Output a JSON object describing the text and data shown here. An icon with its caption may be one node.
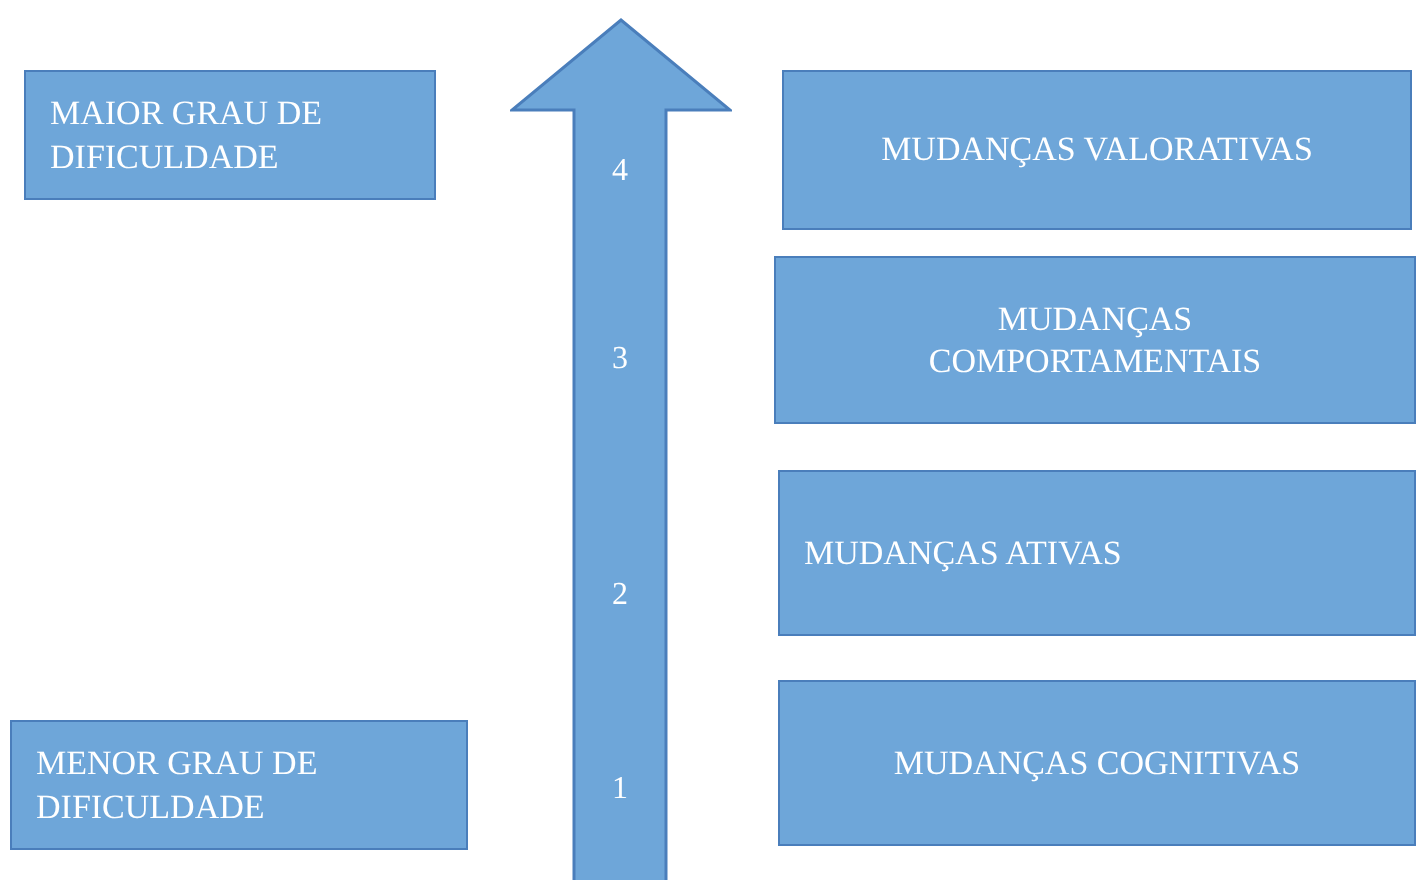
{
  "diagram": {
    "nodes": [
      {
        "text": [
          "MAIOR GRAU DE DIFICULDADE"
        ]
      },
      {
        "text": [
          "MUDANÇAS VALORATIVAS"
        ]
      },
      {
        "text": [
          "MUDANÇAS COMPORTAMENTAIS"
        ]
      },
      {
        "text": [
          "MUDANÇAS ATIVAS"
        ]
      },
      {
        "text": [
          "MENOR GRAU DE DIFICULDADE"
        ]
      },
      {
        "text": [
          "MUDANÇAS COGNITIVAS"
        ]
      },
      {
        "text": [
          "4",
          "3",
          "2",
          "1"
        ]
      }
    ]
  }
}
